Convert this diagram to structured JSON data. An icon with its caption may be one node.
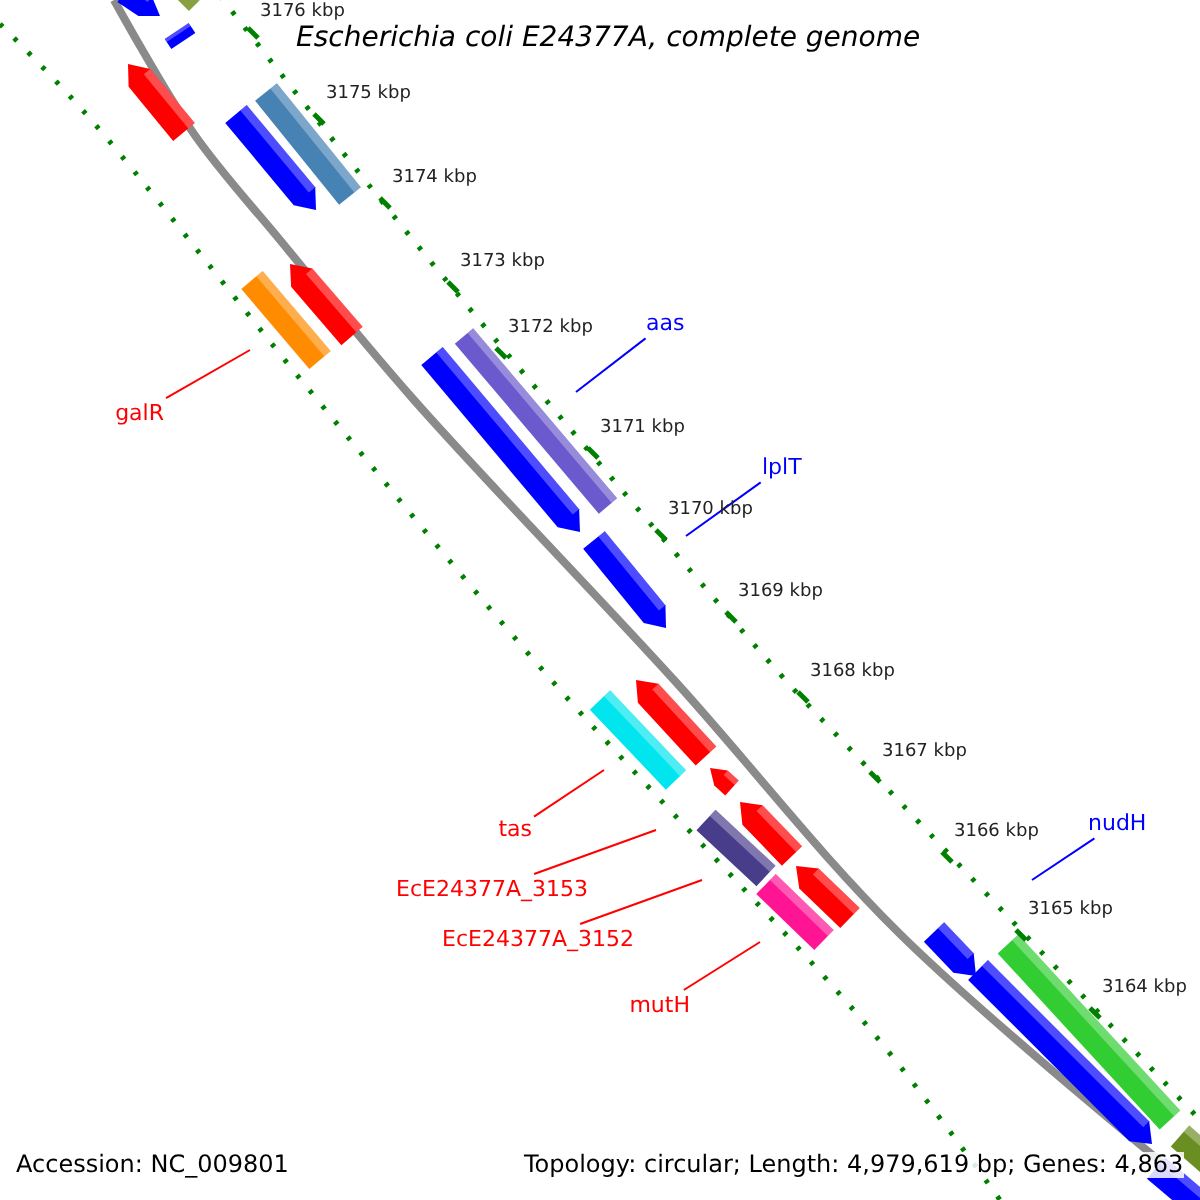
{
  "diagram": {
    "title": "Escherichia coli E24377A, complete genome",
    "nodes": [
      {
        "text": [
          "galR"
        ]
      },
      {
        "text": [
          "aas"
        ]
      },
      {
        "text": [
          "lplT"
        ]
      },
      {
        "text": [
          "tas"
        ]
      },
      {
        "text": [
          "EcE24377A_3153"
        ]
      },
      {
        "text": [
          "EcE24377A_3152"
        ]
      },
      {
        "text": [
          "mutH"
        ]
      },
      {
        "text": [
          "nudH"
        ]
      }
    ],
    "edges": [
      {
        "from": 0,
        "to": null,
        "arrow": "none"
      },
      {
        "from": 1,
        "to": null,
        "arrow": "none",
        "color": "#0000ff"
      },
      {
        "from": 2,
        "to": null,
        "arrow": "none",
        "color": "#0000ff"
      },
      {
        "from": 3,
        "to": null,
        "arrow": "none"
      },
      {
        "from": 4,
        "to": null,
        "arrow": "none"
      },
      {
        "from": 5,
        "to": null,
        "arrow": "none"
      },
      {
        "from": 6,
        "to": null,
        "arrow": "none"
      },
      {
        "from": 7,
        "to": null,
        "arrow": "none",
        "color": "#0000ff"
      }
    ],
    "labels": [
      "3176 kbp",
      "3175 kbp",
      "3174 kbp",
      "3173 kbp",
      "3172 kbp",
      "3171 kbp",
      "3170 kbp",
      "3169 kbp",
      "3168 kbp",
      "3167 kbp",
      "3166 kbp",
      "3165 kbp",
      "3164 kbp",
      "Accession: NC_009801",
      "Topology: circular; Length: 4,979,619 bp; Genes: 4,863"
    ]
  }
}
